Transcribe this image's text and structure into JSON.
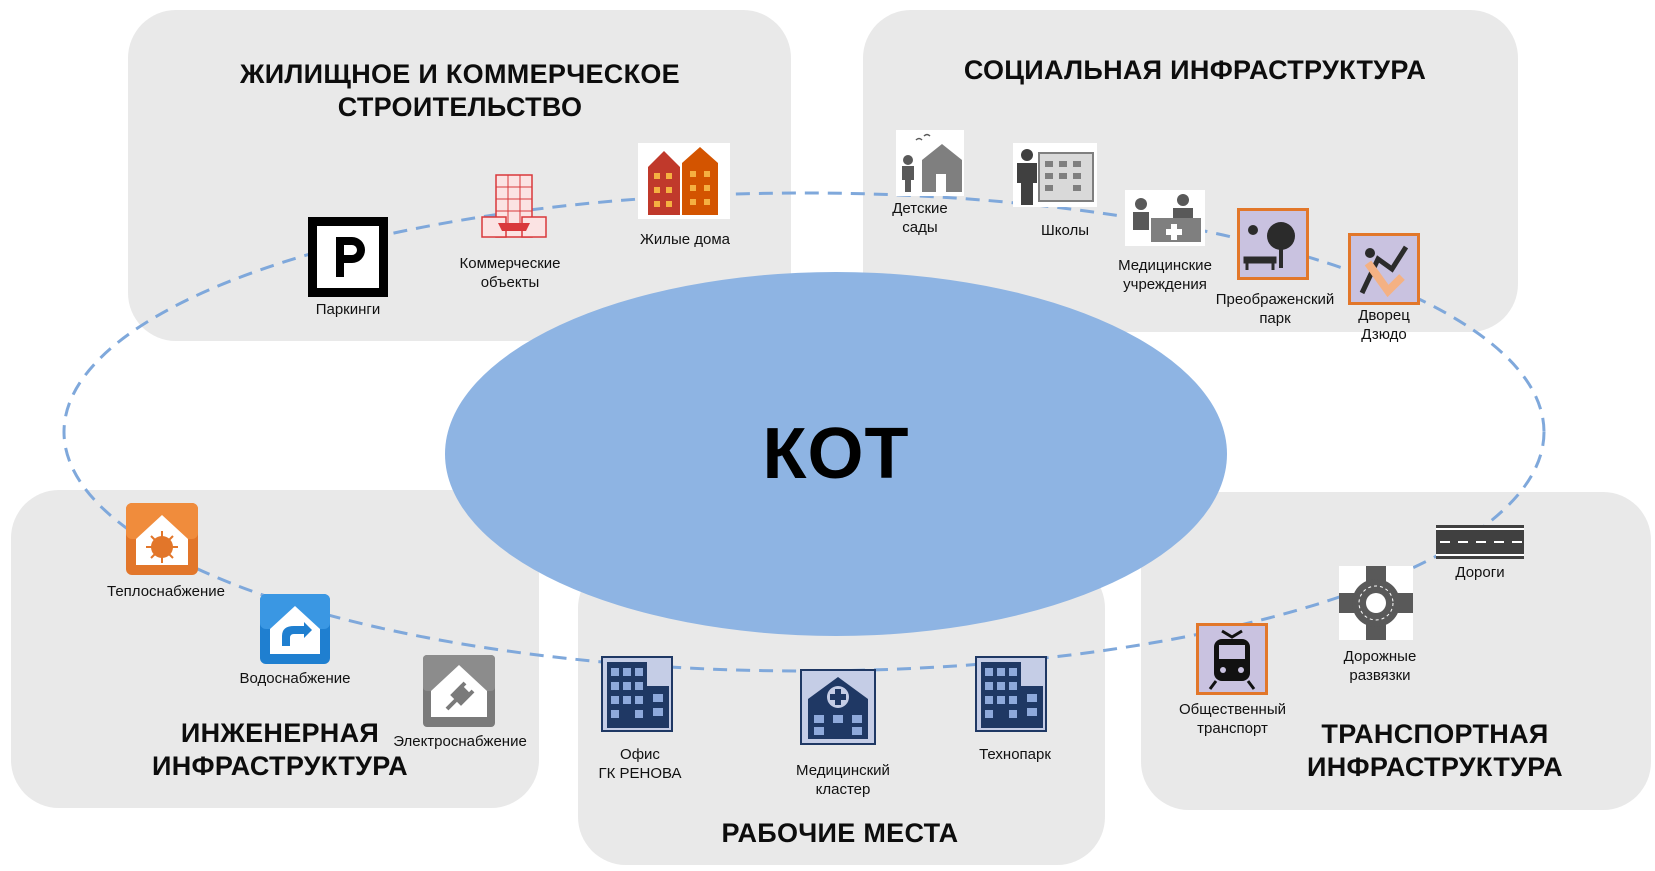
{
  "center": {
    "label": "КОТ"
  },
  "colors": {
    "panel": "#e9e9e9",
    "ellipse": "#8eb4e3",
    "orbit": "#7fa8db",
    "orange": "#e2772a",
    "navy": "#1f3864"
  },
  "sections": {
    "housing": {
      "title": "ЖИЛИЩНОЕ И КОММЕРЧЕСКОЕ\nСТРОИТЕЛЬСТВО",
      "items": [
        {
          "label": "Паркинги",
          "icon": "parking-icon"
        },
        {
          "label": "Коммерческие\nобъекты",
          "icon": "commercial-building-icon"
        },
        {
          "label": "Жилые дома",
          "icon": "residential-houses-icon"
        }
      ]
    },
    "social": {
      "title": "СОЦИАЛЬНАЯ ИНФРАСТРУКТУРА",
      "items": [
        {
          "label": "Детские\nсады",
          "icon": "kindergarten-icon"
        },
        {
          "label": "Школы",
          "icon": "school-icon"
        },
        {
          "label": "Медицинские\nучреждения",
          "icon": "medical-institution-icon"
        },
        {
          "label": "Преображенский\nпарк",
          "icon": "park-icon"
        },
        {
          "label": "Дворец\nДзюдо",
          "icon": "judo-palace-icon"
        }
      ]
    },
    "engineering": {
      "title": "ИНЖЕНЕРНАЯ\nИНФРАСТРУКТУРА",
      "items": [
        {
          "label": "Теплоснабжение",
          "icon": "heat-supply-icon"
        },
        {
          "label": "Водоснабжение",
          "icon": "water-supply-icon"
        },
        {
          "label": "Электроснабжение",
          "icon": "power-supply-icon"
        }
      ]
    },
    "jobs": {
      "title": "РАБОЧИЕ МЕСТА",
      "items": [
        {
          "label": "Офис\nГК РЕНОВА",
          "icon": "office-building-icon"
        },
        {
          "label": "Медицинский\nкластер",
          "icon": "medical-cluster-icon"
        },
        {
          "label": "Технопарк",
          "icon": "technopark-icon"
        }
      ]
    },
    "transport": {
      "title": "ТРАНСПОРТНАЯ\nИНФРАСТРУКТУРА",
      "items": [
        {
          "label": "Дороги",
          "icon": "road-icon"
        },
        {
          "label": "Дорожные\nразвязки",
          "icon": "road-junction-icon"
        },
        {
          "label": "Общественный\nтранспорт",
          "icon": "public-transport-icon"
        }
      ]
    }
  }
}
